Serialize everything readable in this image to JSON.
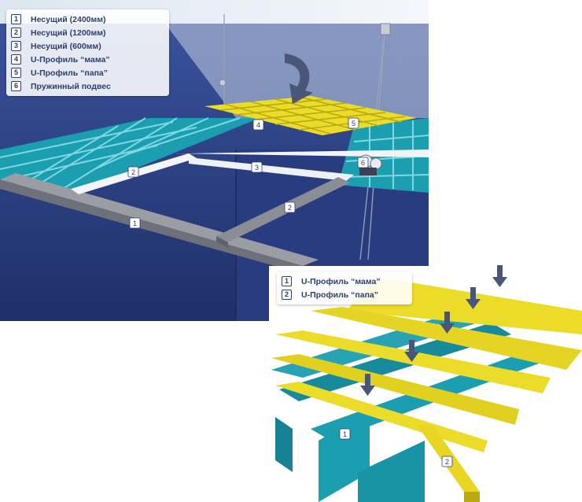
{
  "legend_main": [
    {
      "num": "1",
      "label": "Несущий (2400мм)"
    },
    {
      "num": "2",
      "label": "Несущий (1200мм)"
    },
    {
      "num": "3",
      "label": "Несущий (600мм)"
    },
    {
      "num": "4",
      "label": "U-Профиль “мама”"
    },
    {
      "num": "5",
      "label": "U-Профиль “папа”"
    },
    {
      "num": "6",
      "label": "Пружинный подвес"
    }
  ],
  "legend_detail": [
    {
      "num": "1",
      "label": "U-Профиль “мама”"
    },
    {
      "num": "2",
      "label": "U-Профиль “папа”"
    }
  ],
  "callouts_main": [
    "1",
    "2",
    "3",
    "2",
    "4",
    "5",
    "6"
  ],
  "callouts_detail": [
    "1",
    "2"
  ],
  "colors": {
    "wall": "#2c3f7e",
    "ceiling": "#e6eef6",
    "teal_profile": "#1b9eb0",
    "yellow_profile": "#ecdc2a",
    "carrier_rail": "#8a8d94",
    "arrow": "#4a5677"
  }
}
